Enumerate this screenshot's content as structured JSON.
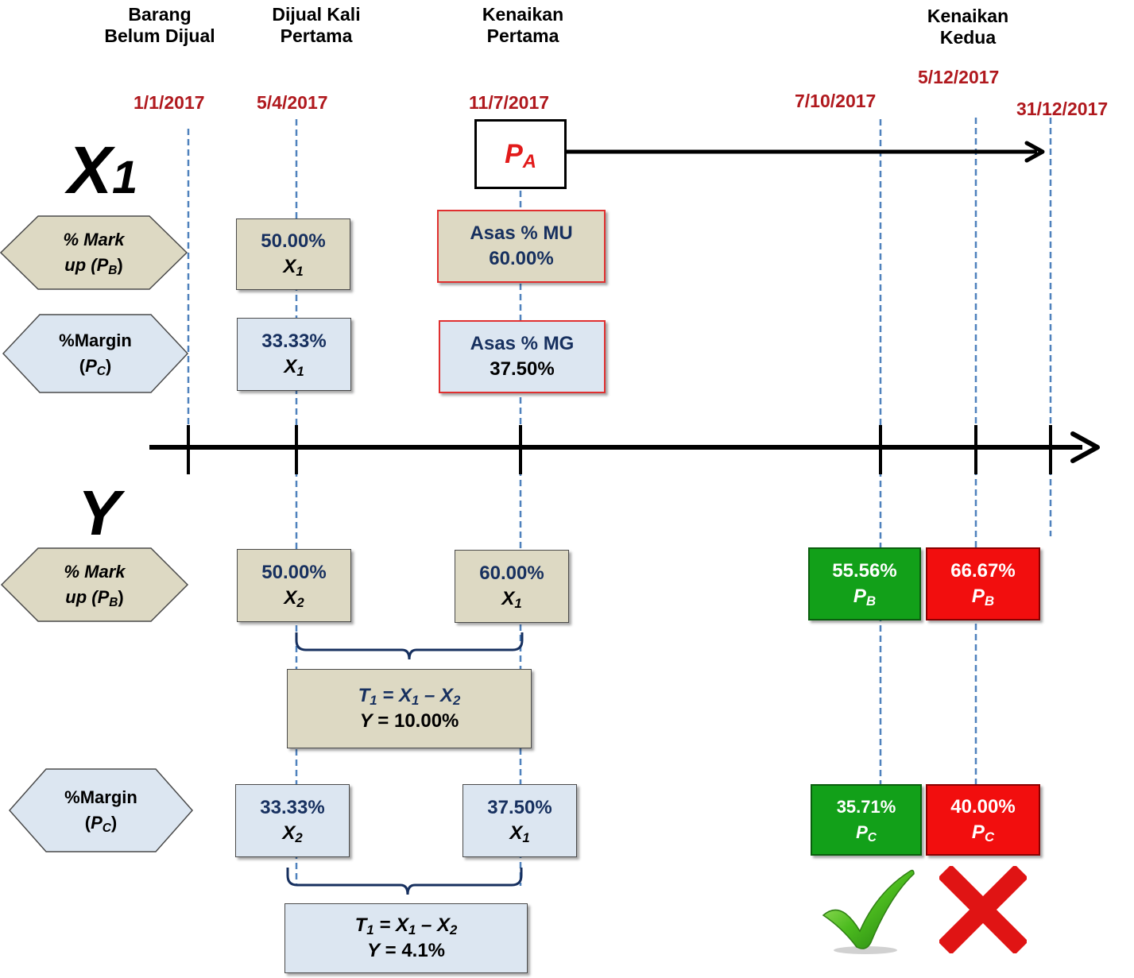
{
  "headers": {
    "belum": [
      "Barang",
      "Belum Dijual"
    ],
    "dijual": [
      "Dijual Kali",
      "Pertama"
    ],
    "kenaikan1": [
      "Kenaikan",
      "Pertama"
    ],
    "kenaikan2": [
      "Kenaikan",
      "Kedua"
    ]
  },
  "dates": {
    "d1": "1/1/2017",
    "d2": "5/4/2017",
    "d3": "11/7/2017",
    "d4": "7/10/2017",
    "d5": "5/12/2017",
    "d6": "31/12/2017"
  },
  "section_x": {
    "letter": "X",
    "sub": "1"
  },
  "section_y": {
    "letter": "Y"
  },
  "pa_box": {
    "letter": "P",
    "sub": "A"
  },
  "hex": {
    "markup_line1": "% Mark",
    "markup_line2": "up (",
    "markup_p": "P",
    "markup_sub": "B",
    "markup_close": ")",
    "margin_line1": "%Margin",
    "margin_open": "(",
    "margin_p": "P",
    "margin_sub": "C",
    "margin_close": ")"
  },
  "x1_row": {
    "markup_value": "50.00%",
    "markup_var": "X",
    "markup_var_sub": "1",
    "margin_value": "33.33%",
    "margin_var": "X",
    "margin_var_sub": "1",
    "asas_mu_label": "Asas % MU",
    "asas_mu_value": "60.00%",
    "asas_mg_label": "Asas % MG",
    "asas_mg_value": "37.50%"
  },
  "y_row": {
    "markup_a_value": "50.00%",
    "markup_a_var": "X",
    "markup_a_sub": "2",
    "markup_b_value": "60.00%",
    "markup_b_var": "X",
    "markup_b_sub": "1",
    "margin_a_value": "33.33%",
    "margin_a_var": "X",
    "margin_a_sub": "2",
    "margin_b_value": "37.50%",
    "margin_b_var": "X",
    "margin_b_sub": "1",
    "t1_markup": {
      "t": "T",
      "t_sub": "1",
      "eq": " = ",
      "x1": "X",
      "x1_sub": "1",
      "minus": " – ",
      "x2": "X",
      "x2_sub": "2",
      "y_label": "Y",
      "y_eq": " = 10.00%"
    },
    "t1_margin": {
      "t": "T",
      "t_sub": "1",
      "eq": " = ",
      "x1": "X",
      "x1_sub": "1",
      "minus": " – ",
      "x2": "X",
      "x2_sub": "2",
      "y_label": "Y",
      "y_eq": " = 4.1%"
    }
  },
  "results": {
    "green_markup": {
      "value": "55.56%",
      "var": "P",
      "sub": "B"
    },
    "red_markup": {
      "value": "66.67%",
      "var": "P",
      "sub": "B"
    },
    "green_margin": {
      "value": "35.71%",
      "var": "P",
      "sub": "C"
    },
    "red_margin": {
      "value": "40.00%",
      "var": "P",
      "sub": "C"
    }
  },
  "icons": {
    "accept": "checkmark-icon",
    "reject": "cross-icon"
  },
  "colors": {
    "date_red": "#b0191e",
    "guide_blue": "#4f81bd",
    "tan": "#ddd9c3",
    "light_blue": "#dce6f1",
    "navy": "#17305f",
    "green": "#12a019",
    "red": "#f20e0e"
  }
}
